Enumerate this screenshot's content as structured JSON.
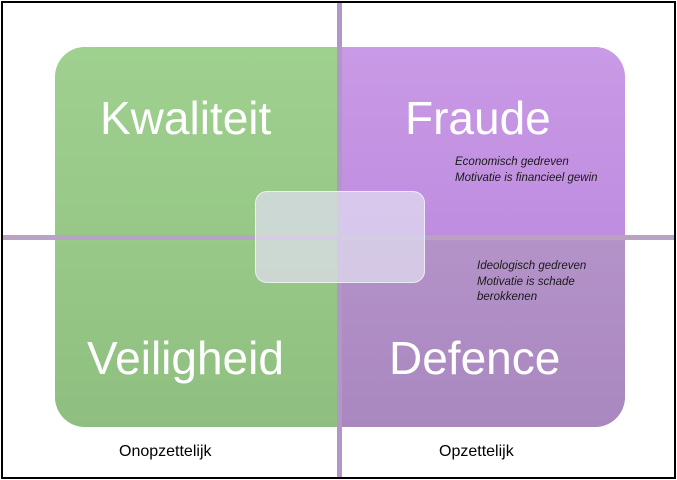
{
  "quadrants": {
    "top_left": {
      "label": "Kwaliteit",
      "color": "#9fd08f"
    },
    "top_right": {
      "label": "Fraude",
      "color": "#c99ae6"
    },
    "bottom_left": {
      "label": "Veiligheid",
      "color": "#98c988"
    },
    "bottom_right": {
      "label": "Defence",
      "color": "#b493c9"
    }
  },
  "notes": {
    "fraude": {
      "line1": "Economisch gedreven",
      "line2": "Motivatie is financieel gewin"
    },
    "defence": {
      "line1": "Ideologisch gedreven",
      "line2": "Motivatie is schade",
      "line3": "berokkenen"
    }
  },
  "axis_labels": {
    "left": "Onopzettelijk",
    "right": "Opzettelijk"
  },
  "colors": {
    "axis": "#b196c8",
    "center_box": "#e1def0",
    "border": "#000000"
  }
}
